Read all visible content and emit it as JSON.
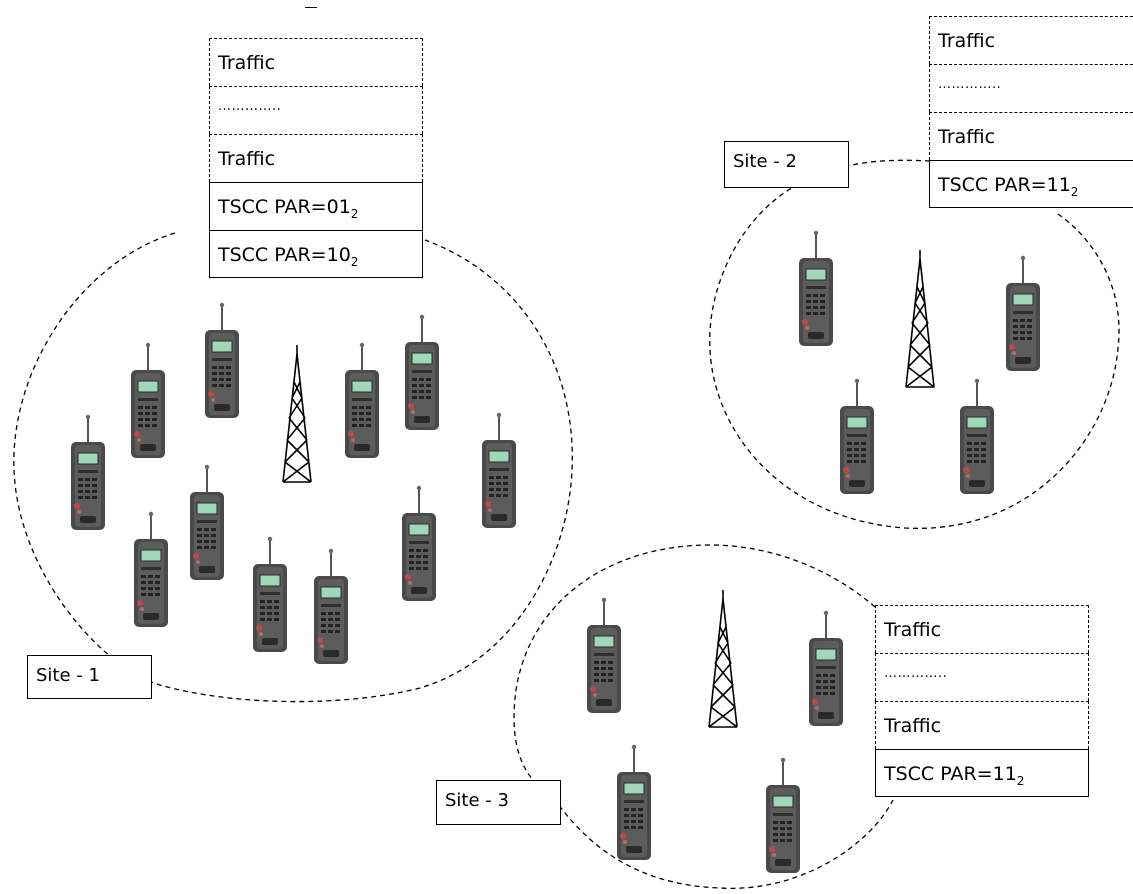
{
  "sites": [
    {
      "label": "Site - 1",
      "channels": [
        "Traffic",
        "…………..",
        "Traffic",
        "TSCC PAR=01",
        "TSCC PAR=10"
      ],
      "subscript": "2"
    },
    {
      "label": "Site - 2",
      "channels": [
        "Traffic",
        "…………..",
        "Traffic",
        "TSCC PAR=11"
      ],
      "subscript": "2"
    },
    {
      "label": "Site - 3",
      "channels": [
        "Traffic",
        "…………..",
        "Traffic",
        "TSCC PAR=11"
      ],
      "subscript": "2"
    }
  ],
  "icons": {
    "tower": "radio-tower-icon",
    "handset": "radio-handset-icon"
  },
  "colors": {
    "line": "#000000",
    "handset_body": "#4a4a4a",
    "handset_screen": "#9fd8b8",
    "handset_accent": "#c04848"
  }
}
